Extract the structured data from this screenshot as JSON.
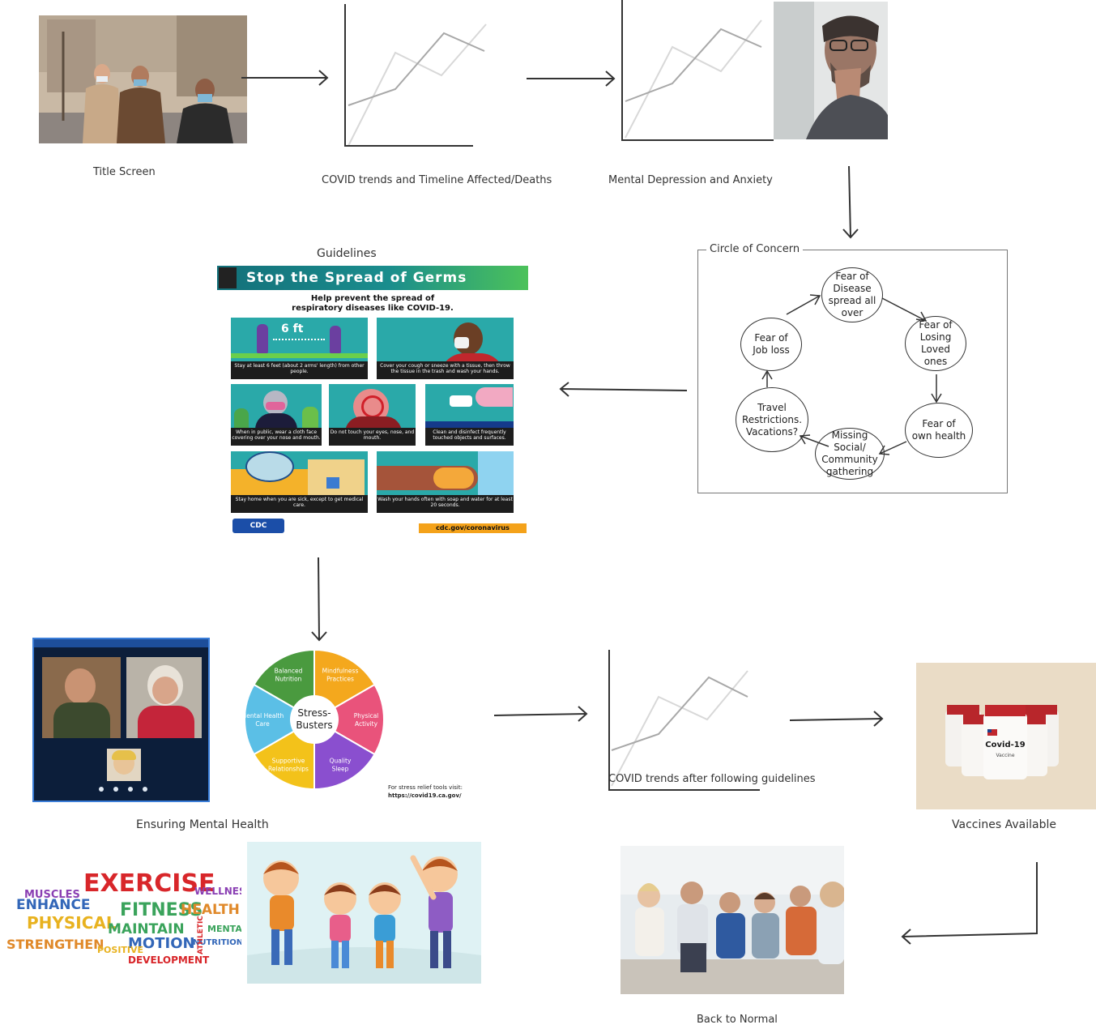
{
  "labels": {
    "title_screen": "Title Screen",
    "covid_trends": "COVID trends and Timeline  Affected/Deaths",
    "mental_depression": "Mental Depression and Anxiety",
    "guidelines": "Guidelines",
    "circle_of_concern": "Circle of Concern",
    "ensuring_mental_health": "Ensuring Mental Health",
    "covid_trends_after": "COVID trends after following guidelines",
    "vaccines_available": "Vaccines Available",
    "back_to_normal": "Back to Normal"
  },
  "concerns": [
    {
      "lines": [
        "Fear of",
        "Disease",
        "spread all",
        "over"
      ]
    },
    {
      "lines": [
        "Fear of",
        "Losing",
        "Loved",
        "ones"
      ]
    },
    {
      "lines": [
        "Fear of",
        "own health"
      ]
    },
    {
      "lines": [
        "Missing",
        "Social/",
        "Community",
        "gathering"
      ]
    },
    {
      "lines": [
        "Travel",
        "Restrictions.",
        "Vacations?"
      ]
    },
    {
      "lines": [
        "Fear of",
        "Job loss"
      ]
    }
  ],
  "poster": {
    "title": "Stop the Spread of Germs",
    "subtitle_1": "Help prevent the spread of",
    "subtitle_2": "respiratory diseases like COVID-19.",
    "distance": "6 ft",
    "panels": [
      "Stay at least 6 feet (about 2 arms' length) from other people.",
      "Cover your cough or sneeze with a tissue, then throw the tissue in the trash and wash your hands.",
      "When in public, wear a cloth face covering over your nose and mouth.",
      "Do not touch your eyes, nose, and mouth.",
      "Clean and disinfect frequently touched objects and surfaces.",
      "Stay home when you are sick, except to get medical care.",
      "Wash your hands often with soap and water for at least 20 seconds."
    ],
    "agency": "CDC",
    "url": "cdc.gov/coronavirus"
  },
  "stress_wheel": {
    "center": [
      "Stress-",
      "Busters"
    ],
    "segments": [
      {
        "label": [
          "Balanced",
          "Nutrition"
        ],
        "color": "#4a9a3f"
      },
      {
        "label": [
          "Mindfulness",
          "Practices"
        ],
        "color": "#f4a81d"
      },
      {
        "label": [
          "Physical",
          "Activity"
        ],
        "color": "#e9537b"
      },
      {
        "label": [
          "Quality",
          "Sleep"
        ],
        "color": "#8a4fcf"
      },
      {
        "label": [
          "Supportive",
          "Relationships"
        ],
        "color": "#f3c21a"
      },
      {
        "label": [
          "Mental Health",
          "Care"
        ],
        "color": "#5bbfe6"
      }
    ],
    "footer_1": "For stress relief tools visit:",
    "footer_2": "https://covid19.ca.gov/"
  },
  "vaccine": {
    "label": "Covid-19",
    "sub": "Vaccine"
  },
  "word_cloud": {
    "words": [
      {
        "t": "EXERCISE",
        "c": "#d8262a"
      },
      {
        "t": "FITNESS",
        "c": "#3aa35b"
      },
      {
        "t": "HEALTH",
        "c": "#e0892a"
      },
      {
        "t": "ENHANCE",
        "c": "#3266b8"
      },
      {
        "t": "PHYSICAL",
        "c": "#e8b21f"
      },
      {
        "t": "MAINTAIN",
        "c": "#3aa35b"
      },
      {
        "t": "WELLNESS",
        "c": "#8a3fb3"
      },
      {
        "t": "STRENGTHEN",
        "c": "#e0892a"
      },
      {
        "t": "MOTION",
        "c": "#3266b8"
      },
      {
        "t": "DEVELOPMENT",
        "c": "#d8262a"
      },
      {
        "t": "MUSCLES",
        "c": "#8a3fb3"
      },
      {
        "t": "POSITIVE",
        "c": "#e8b21f"
      },
      {
        "t": "MENTAL",
        "c": "#3aa35b"
      },
      {
        "t": "NUTRITION",
        "c": "#3266b8"
      },
      {
        "t": "ATHLETIC",
        "c": "#d8262a"
      }
    ]
  },
  "colors": {
    "stroke": "#333333",
    "chart_light": "#d8d8d8",
    "chart_dark": "#a8a8a8",
    "poster_banner": "#1a7f88",
    "poster_panel": "#2aa9a9"
  }
}
